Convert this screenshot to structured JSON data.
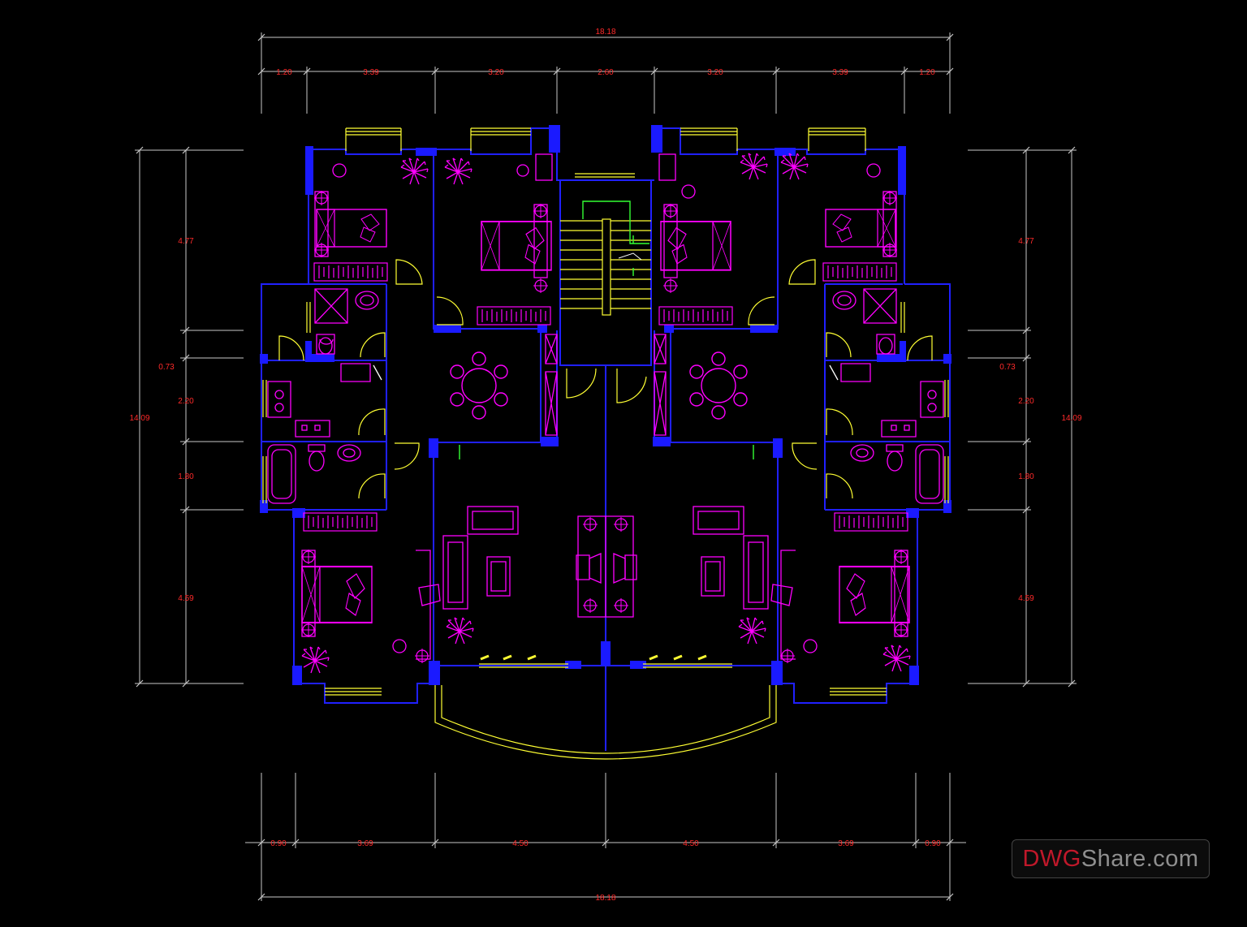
{
  "dimensions": {
    "overall_top": "18.18",
    "top_segments": [
      "1.20",
      "3.39",
      "3.20",
      "2.60",
      "3.20",
      "3.39",
      "1.20"
    ],
    "overall_bottom": "18.18",
    "bottom_segments": [
      "0.90",
      "3.69",
      "4.50",
      "4.50",
      "3.69",
      "0.90"
    ],
    "left_total": "14.09",
    "left_segments": [
      "4.77",
      "0.73",
      "2.20",
      "1.80",
      "4.59"
    ],
    "right_total": "14.09",
    "right_segments": [
      "4.77",
      "0.73",
      "2.20",
      "1.80",
      "4.59"
    ]
  },
  "watermark": {
    "part1": "DWG",
    "part2": "Share.com"
  },
  "colors": {
    "background": "#000000",
    "walls": "#1a1aff",
    "furniture": "#ff00ff",
    "windows": "#ffff33",
    "stairs": "#00ff00",
    "dimension_text": "#ff2a2a",
    "dimension_lines": "#c8c8c8"
  }
}
